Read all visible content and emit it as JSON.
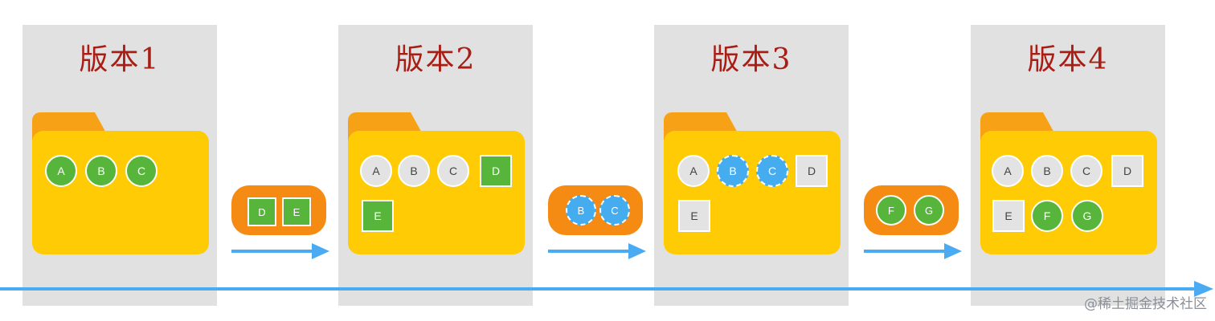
{
  "versions": [
    {
      "title": "版本1"
    },
    {
      "title": "版本2"
    },
    {
      "title": "版本3"
    },
    {
      "title": "版本4"
    }
  ],
  "v1_items": [
    "A",
    "B",
    "C"
  ],
  "v2_items": [
    "A",
    "B",
    "C",
    "D",
    "E"
  ],
  "v3_items": [
    "A",
    "B",
    "C",
    "D",
    "E"
  ],
  "v4_items": [
    "A",
    "B",
    "C",
    "D",
    "E",
    "F",
    "G"
  ],
  "changes": [
    {
      "items": [
        "D",
        "E"
      ]
    },
    {
      "items": [
        "B",
        "C"
      ]
    },
    {
      "items": [
        "F",
        "G"
      ]
    }
  ],
  "watermark": "@稀土掘金技术社区",
  "colors": {
    "panel": "#e1e1e1",
    "folder": "#ffcb05",
    "folder_tab": "#f7a216",
    "change_pill": "#f58b13",
    "new_item": "#57b53b",
    "unchanged_item": "#e3e3e3",
    "modified_item": "#46acf0",
    "arrow": "#4aaaf2",
    "title": "#a81d14"
  }
}
